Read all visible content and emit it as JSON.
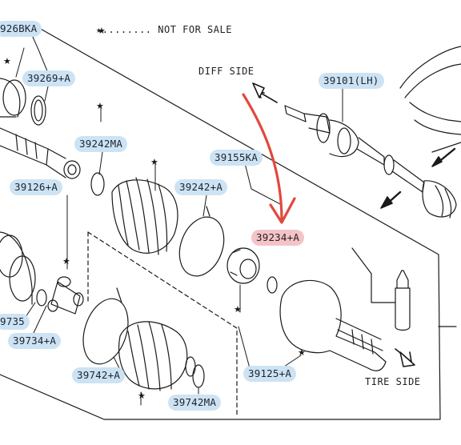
{
  "legend": {
    "star": "★",
    "text": "........ NOT FOR SALE"
  },
  "side_labels": {
    "diff": "DIFF SIDE",
    "tire": "TIRE SIDE"
  },
  "parts": [
    {
      "id": "39268KA",
      "label": "926BKA",
      "highlight": false
    },
    {
      "id": "39269A",
      "label": "39269+A",
      "highlight": false
    },
    {
      "id": "39101LH",
      "label": "39101(LH)",
      "highlight": false
    },
    {
      "id": "39242MA",
      "label": "39242MA",
      "highlight": false
    },
    {
      "id": "39155KA",
      "label": "39155KA",
      "highlight": false
    },
    {
      "id": "39126A",
      "label": "39126+A",
      "highlight": false
    },
    {
      "id": "39242A",
      "label": "39242+A",
      "highlight": false
    },
    {
      "id": "39234A",
      "label": "39234+A",
      "highlight": true
    },
    {
      "id": "39735",
      "label": "9735",
      "highlight": false
    },
    {
      "id": "39734A",
      "label": "39734+A",
      "highlight": false
    },
    {
      "id": "39742A",
      "label": "39742+A",
      "highlight": false
    },
    {
      "id": "39125A",
      "label": "39125+A",
      "highlight": false
    },
    {
      "id": "39742MA",
      "label": "39742MA",
      "highlight": false
    }
  ],
  "colors": {
    "callout": "#cde3f3",
    "highlight": "#f2c4c8",
    "annotation_arrow": "#e2483d",
    "line": "#1a1a1a"
  }
}
